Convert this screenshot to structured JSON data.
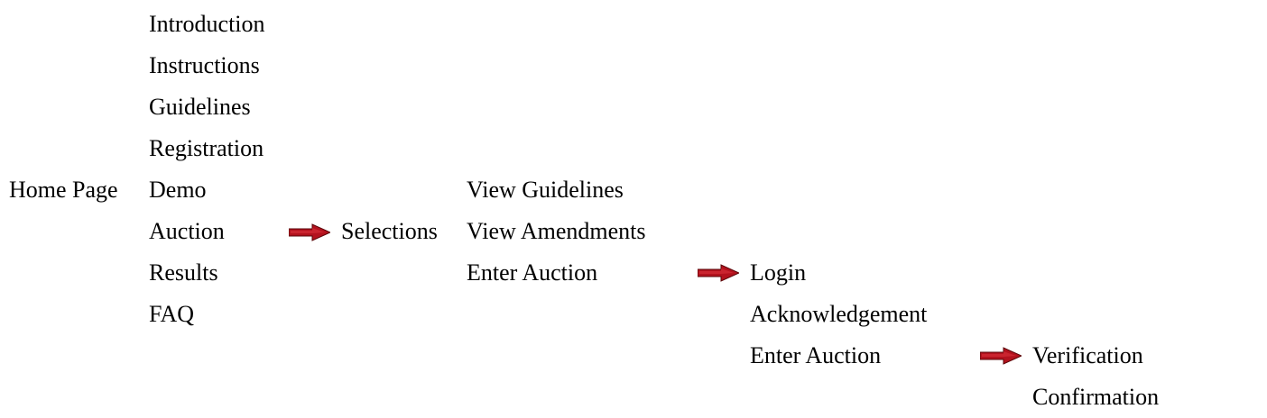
{
  "root": {
    "label": "Home Page"
  },
  "main_menu": [
    {
      "label": "Introduction"
    },
    {
      "label": "Instructions"
    },
    {
      "label": "Guidelines"
    },
    {
      "label": "Registration"
    },
    {
      "label": "Demo"
    },
    {
      "label": "Auction"
    },
    {
      "label": "Results"
    },
    {
      "label": "FAQ"
    }
  ],
  "auction_branch": {
    "arrow_icon": "red-arrow-right-icon",
    "label": "Selections",
    "items": [
      {
        "label": "View Guidelines"
      },
      {
        "label": "View Amendments"
      },
      {
        "label": "Enter Auction"
      }
    ]
  },
  "enter_auction_branch": {
    "arrow_icon": "red-arrow-right-icon",
    "items": [
      {
        "label": "Login"
      },
      {
        "label": "Acknowledgement"
      },
      {
        "label": "Enter Auction"
      }
    ]
  },
  "final_branch": {
    "arrow_icon": "red-arrow-right-icon",
    "items": [
      {
        "label": "Verification"
      },
      {
        "label": "Confirmation"
      }
    ]
  },
  "colors": {
    "arrow_fill": "#b3121e",
    "arrow_dark": "#5a0508",
    "text": "#000000"
  }
}
